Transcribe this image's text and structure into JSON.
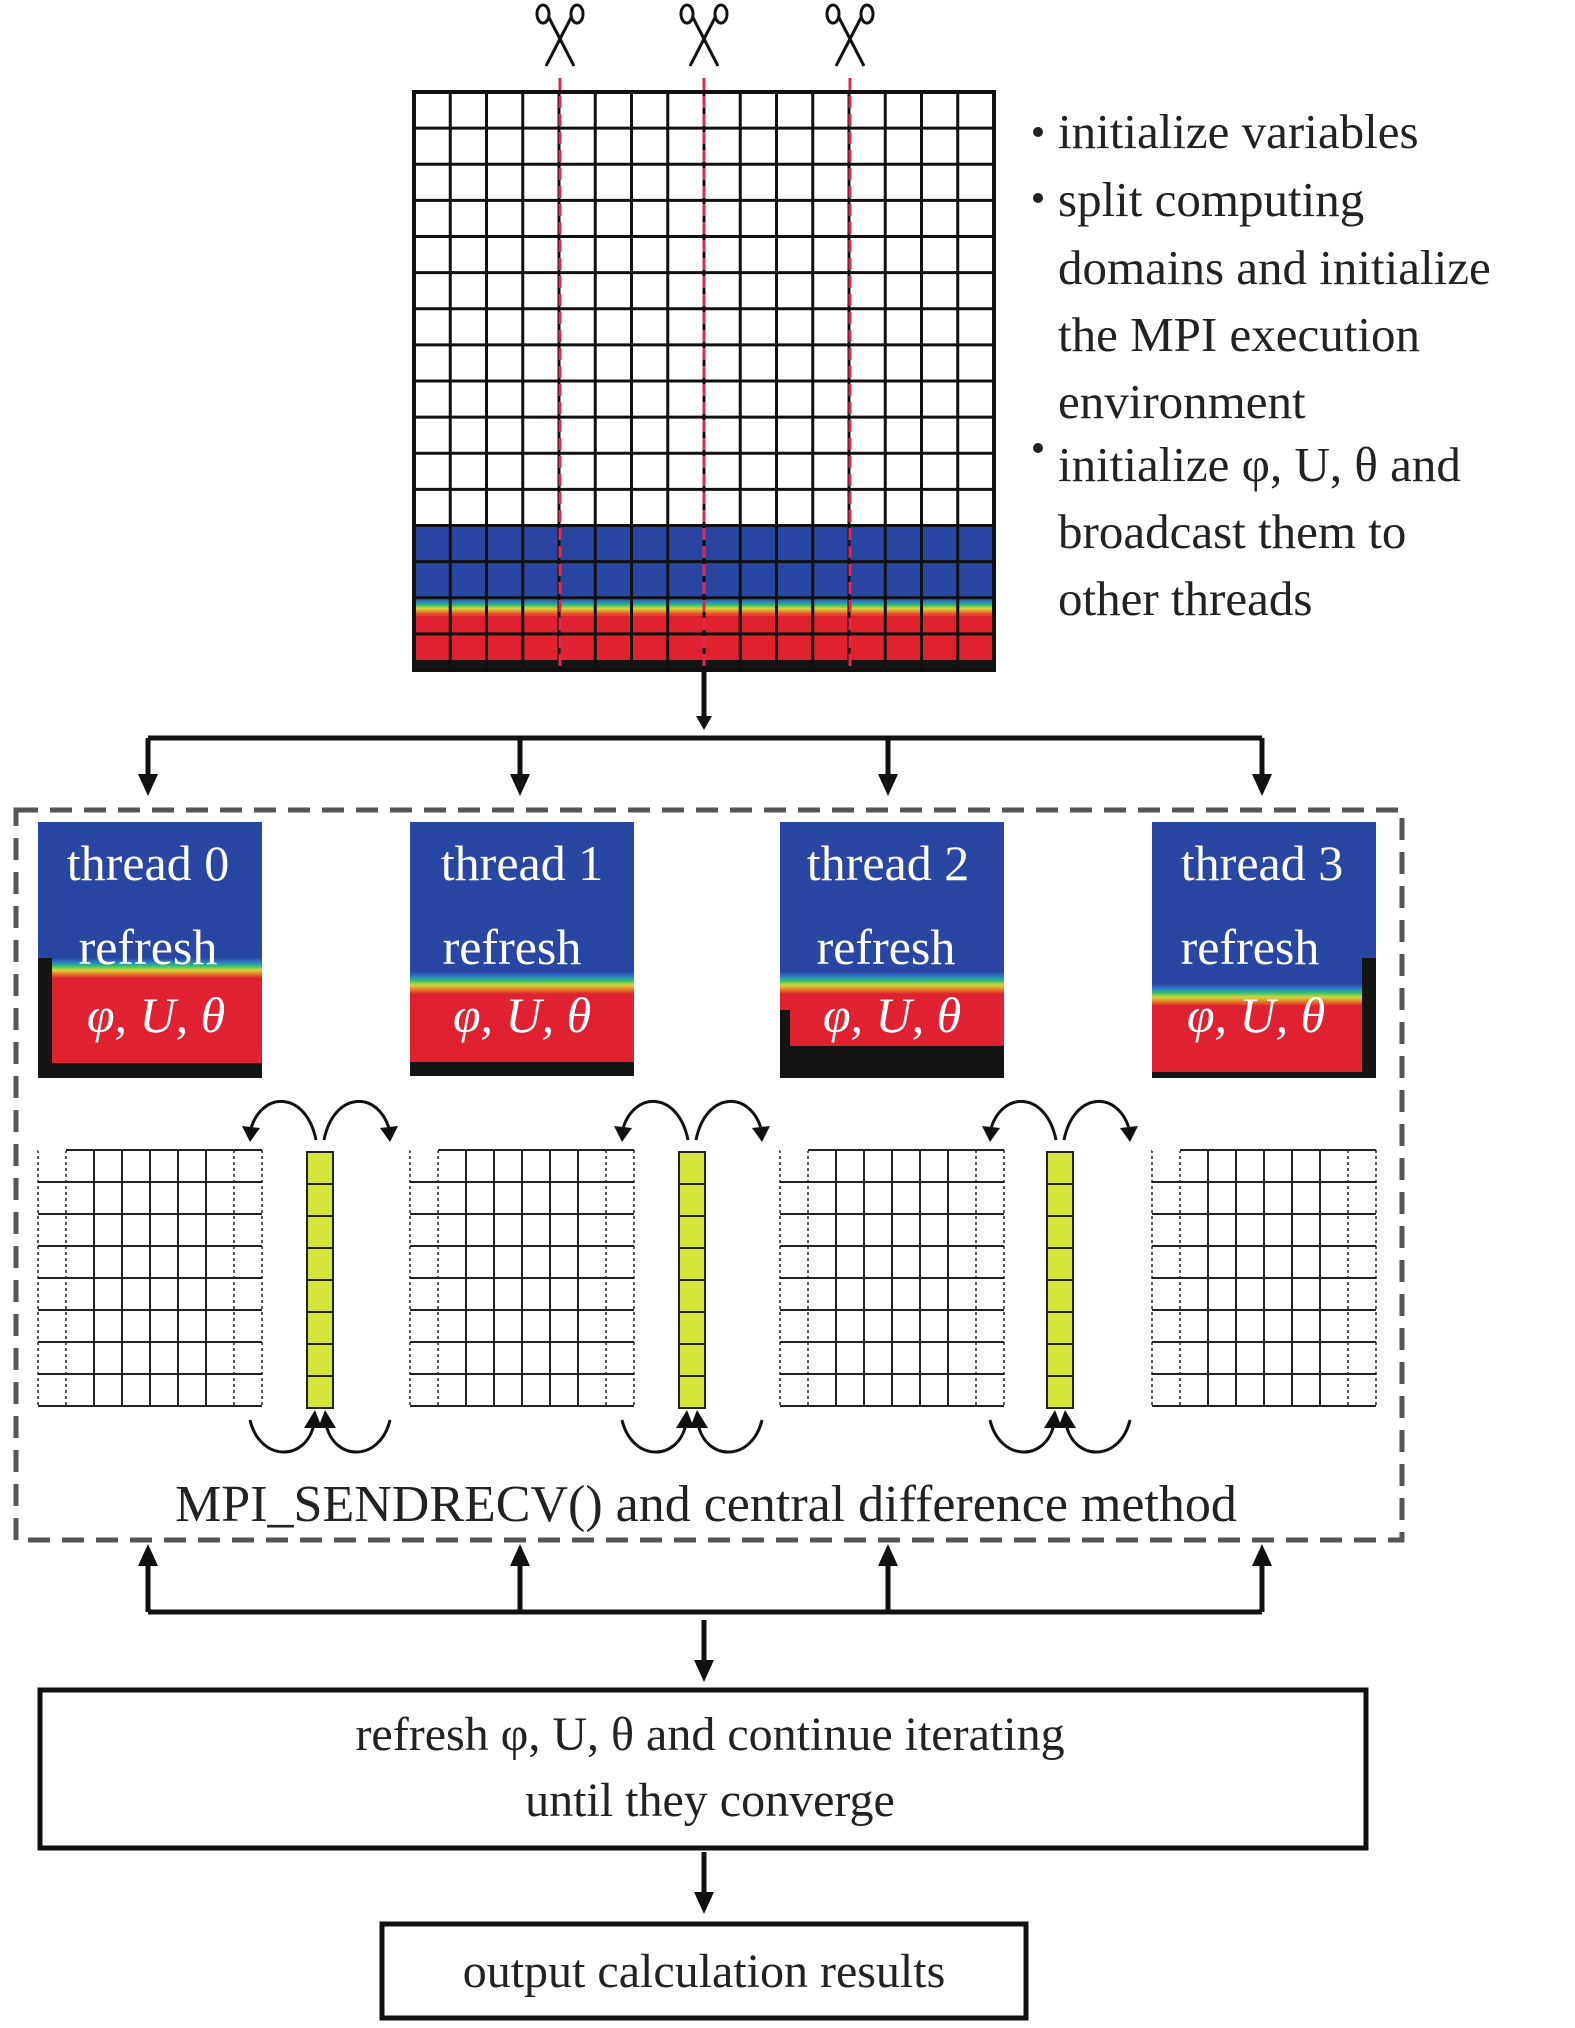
{
  "init_steps": [
    [
      "initialize variables"
    ],
    [
      "split computing",
      "domains and initialize",
      "the MPI execution",
      "environment"
    ],
    [
      "initialize φ, U, θ and",
      "broadcast them to",
      "other threads"
    ]
  ],
  "threads": [
    {
      "title": "thread 0",
      "action": "refresh",
      "vars": "φ, U, θ"
    },
    {
      "title": "thread 1",
      "action": "refresh",
      "vars": "φ, U, θ"
    },
    {
      "title": "thread 2",
      "action": "refresh",
      "vars": "φ, U, θ"
    },
    {
      "title": "thread 3",
      "action": "refresh",
      "vars": "φ, U, θ"
    }
  ],
  "exchange_label": "MPI_SENDRECV() and central difference method",
  "iterate_box": [
    "refresh φ, U, θ and continue iterating",
    "until they converge"
  ],
  "output_box": "output calculation results",
  "colors": {
    "blue": "#2a46a3",
    "red": "#e02230",
    "dark": "#151515",
    "yellow_green": "#d4e63a",
    "cut_line": "#e0284a",
    "dash_border": "#555555"
  },
  "icons": [
    "scissors-icon",
    "scissors-icon",
    "scissors-icon"
  ]
}
